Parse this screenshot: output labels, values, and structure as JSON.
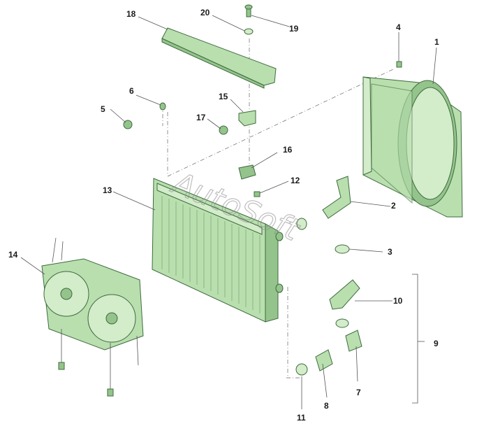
{
  "diagram": {
    "watermark": "AutoSoft",
    "labels": [
      {
        "id": "1",
        "text": "1"
      },
      {
        "id": "2",
        "text": "2"
      },
      {
        "id": "3",
        "text": "3"
      },
      {
        "id": "4",
        "text": "4"
      },
      {
        "id": "5",
        "text": "5"
      },
      {
        "id": "6",
        "text": "6"
      },
      {
        "id": "7",
        "text": "7"
      },
      {
        "id": "8",
        "text": "8"
      },
      {
        "id": "9",
        "text": "9"
      },
      {
        "id": "10",
        "text": "10"
      },
      {
        "id": "11",
        "text": "11"
      },
      {
        "id": "12",
        "text": "12"
      },
      {
        "id": "13",
        "text": "13"
      },
      {
        "id": "14",
        "text": "14"
      },
      {
        "id": "15",
        "text": "15"
      },
      {
        "id": "16",
        "text": "16"
      },
      {
        "id": "17",
        "text": "17"
      },
      {
        "id": "18",
        "text": "18"
      },
      {
        "id": "19",
        "text": "19"
      },
      {
        "id": "20",
        "text": "20"
      }
    ],
    "colors": {
      "part": "#b9dfaf",
      "outline": "#3d6b3d",
      "leader": "#555555"
    }
  }
}
